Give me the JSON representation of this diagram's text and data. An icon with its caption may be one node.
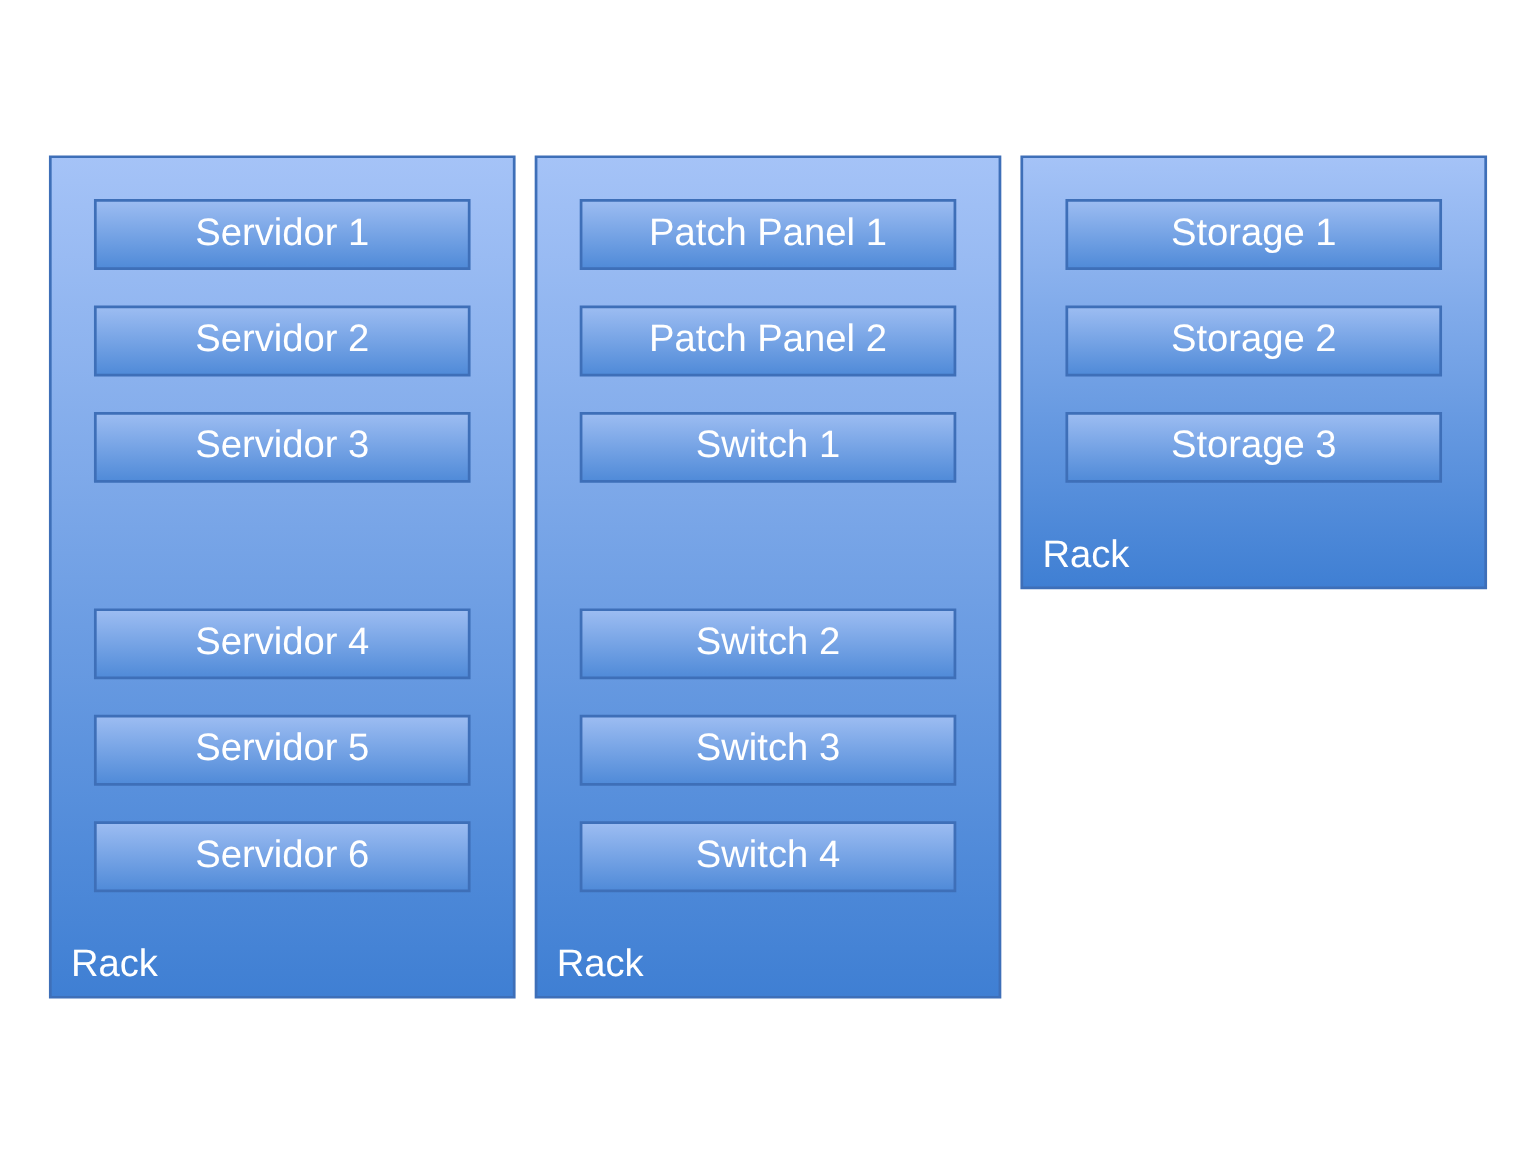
{
  "diagram": {
    "nodes": [
      {
        "text": [
          "Rack"
        ]
      },
      {
        "text": [
          "Servidor 1"
        ],
        "in": 0
      },
      {
        "text": [
          "Servidor 2"
        ],
        "in": 0
      },
      {
        "text": [
          "Servidor 3"
        ],
        "in": 0
      },
      {
        "text": [
          "Servidor 4"
        ],
        "in": 0
      },
      {
        "text": [
          "Servidor 5"
        ],
        "in": 0
      },
      {
        "text": [
          "Servidor 6"
        ],
        "in": 0
      },
      {
        "text": [
          "Rack"
        ]
      },
      {
        "text": [
          "Patch Panel 1"
        ],
        "in": 7
      },
      {
        "text": [
          "Patch Panel 2"
        ],
        "in": 7
      },
      {
        "text": [
          "Switch 1"
        ],
        "in": 7
      },
      {
        "text": [
          "Switch 2"
        ],
        "in": 7
      },
      {
        "text": [
          "Switch 3"
        ],
        "in": 7
      },
      {
        "text": [
          "Switch 4"
        ],
        "in": 7
      },
      {
        "text": [
          "Rack"
        ]
      },
      {
        "text": [
          "Storage 1"
        ],
        "in": 14
      },
      {
        "text": [
          "Storage 2"
        ],
        "in": 14
      },
      {
        "text": [
          "Storage 3"
        ],
        "in": 14
      }
    ],
    "edges": []
  }
}
